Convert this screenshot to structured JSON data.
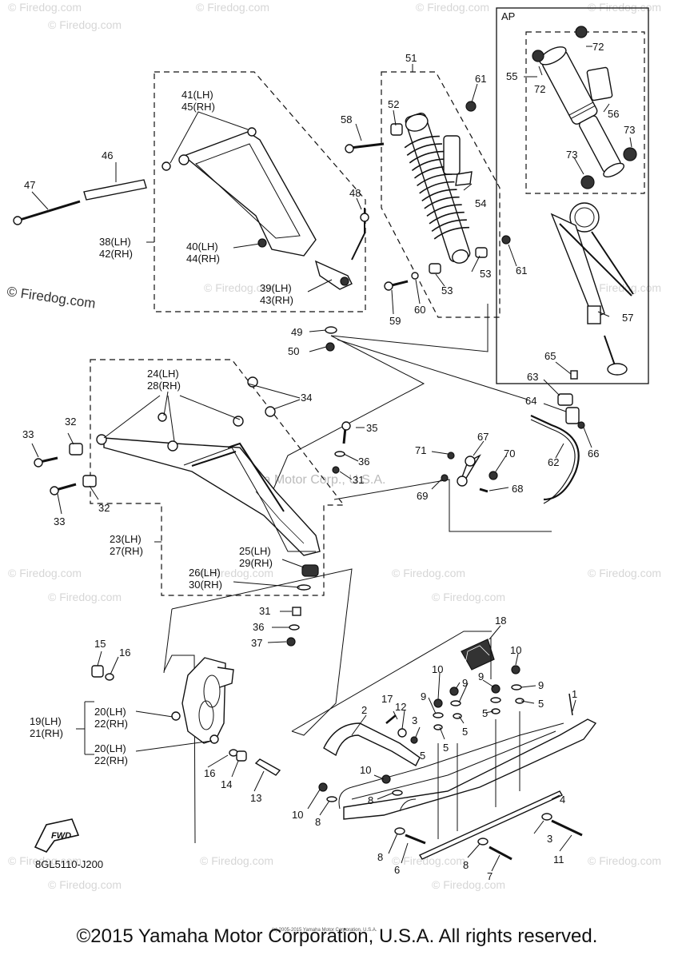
{
  "watermarks": {
    "small": "© Firedog.com",
    "large": "© Firedog.com",
    "center": "Yamaha Motor Corp., U.S.A."
  },
  "ap_box_label": "AP",
  "diagram_code": "8GL5110-J200",
  "fwd_label": "FWD",
  "copyright": "©2015 Yamaha Motor Corporation, U.S.A. All rights reserved.",
  "small_copyright": "(c) 2005-2015 Yamaha Motor Corporation, U.S.A.",
  "callouts": {
    "c1": "1",
    "c2": "2",
    "c3a": "3",
    "c3b": "3",
    "c4": "4",
    "c5a": "5",
    "c5b": "5",
    "c5c": "5",
    "c5d": "5",
    "c5e": "5",
    "c6": "6",
    "c7": "7",
    "c8a": "8",
    "c8b": "8",
    "c8c": "8",
    "c8d": "8",
    "c9a": "9",
    "c9b": "9",
    "c9c": "9",
    "c9d": "9",
    "c10a": "10",
    "c10b": "10",
    "c10c": "10",
    "c10d": "10",
    "c11": "11",
    "c12": "12",
    "c13": "13",
    "c14": "14",
    "c15": "15",
    "c16a": "16",
    "c16b": "16",
    "c17": "17",
    "c18": "18",
    "c19": "19(LH)",
    "c21": "21(RH)",
    "c20a": "20(LH)",
    "c22a": "22(RH)",
    "c20b": "20(LH)",
    "c22b": "22(RH)",
    "c23": "23(LH)",
    "c27": "27(RH)",
    "c24": "24(LH)",
    "c28": "28(RH)",
    "c25": "25(LH)",
    "c29": "29(RH)",
    "c26": "26(LH)",
    "c30": "30(RH)",
    "c31a": "31",
    "c31b": "31",
    "c32a": "32",
    "c32b": "32",
    "c33a": "33",
    "c33b": "33",
    "c34": "34",
    "c35": "35",
    "c36a": "36",
    "c36b": "36",
    "c37": "37",
    "c38": "38(LH)",
    "c42": "42(RH)",
    "c39": "39(LH)",
    "c43": "43(RH)",
    "c40": "40(LH)",
    "c44": "44(RH)",
    "c41": "41(LH)",
    "c45": "45(RH)",
    "c46": "46",
    "c47": "47",
    "c48": "48",
    "c49": "49",
    "c50": "50",
    "c51": "51",
    "c52": "52",
    "c53a": "53",
    "c53b": "53",
    "c54": "54",
    "c55": "55",
    "c56": "56",
    "c57": "57",
    "c58": "58",
    "c59": "59",
    "c60": "60",
    "c61a": "61",
    "c61b": "61",
    "c62": "62",
    "c63": "63",
    "c64": "64",
    "c65": "65",
    "c66": "66",
    "c67": "67",
    "c68": "68",
    "c69": "69",
    "c70": "70",
    "c71": "71",
    "c72a": "72",
    "c72b": "72",
    "c73a": "73",
    "c73b": "73"
  }
}
